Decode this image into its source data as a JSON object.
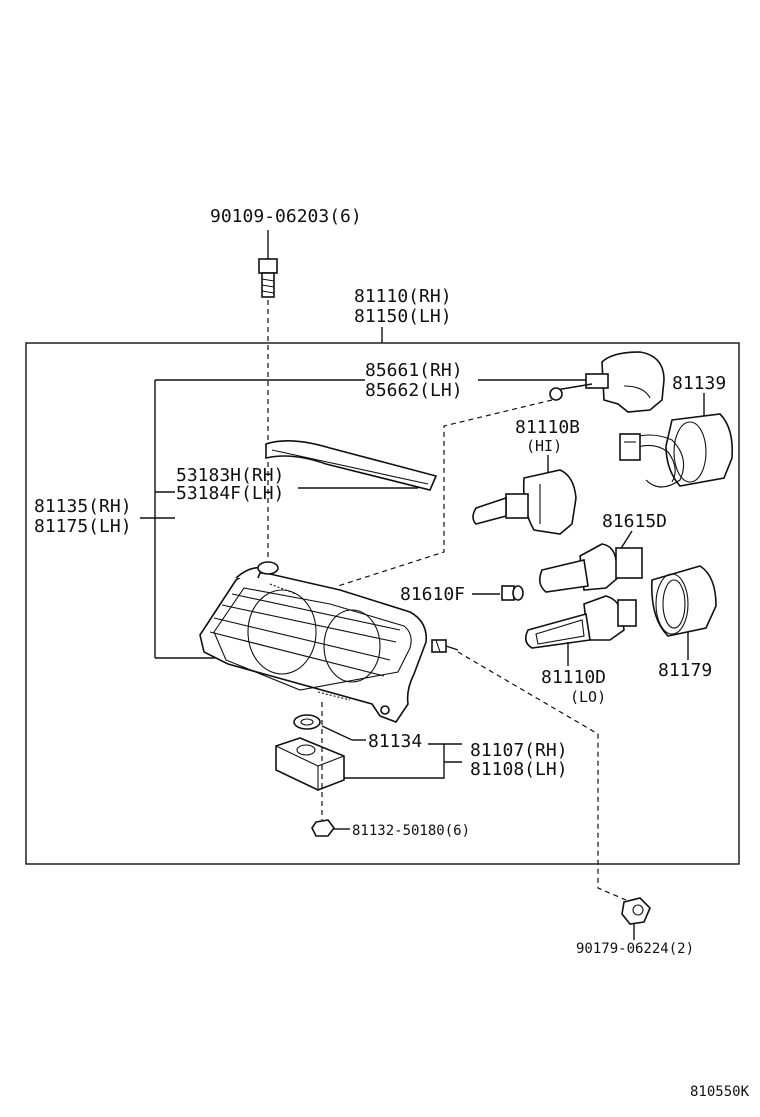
{
  "diagram_code": "810550K",
  "parts": {
    "bolt_top": "90109-06203(6)",
    "headlamp_rh": "81110(RH)",
    "headlamp_lh": "81150(LH)",
    "socket_rh": "85661(RH)",
    "socket_lh": "85662(LH)",
    "cover_81139": "81139",
    "bulb_hi": "81110B",
    "bulb_hi_note": "(HI)",
    "gasket_rh": "53183H(RH)",
    "gasket_lh": "53184F(LH)",
    "unit_rh": "81135(RH)",
    "unit_lh": "81175(LH)",
    "hid_bulb": "81615D",
    "bulb_81610f": "81610F",
    "bulb_lo": "81110D",
    "bulb_lo_note": "(LO)",
    "cap_81179": "81179",
    "grommet": "81134",
    "ballast_rh": "81107(RH)",
    "ballast_lh": "81108(LH)",
    "nut_inner": "81132-50180(6)",
    "nut_outer": "90179-06224(2)"
  }
}
